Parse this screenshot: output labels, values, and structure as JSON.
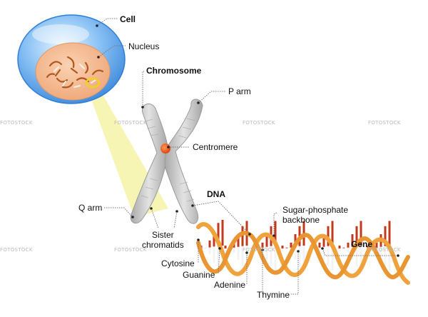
{
  "labels": {
    "cell": "Cell",
    "nucleus": "Nucleus",
    "chromosome": "Chromosome",
    "p_arm": "P arm",
    "centromere": "Centromere",
    "q_arm": "Q arm",
    "sister": "Sister",
    "chromatids": "chromatids",
    "dna": "DNA",
    "sugar_phosphate_1": "Sugar-phosphate",
    "sugar_phosphate_2": "backbone",
    "gene": "Gene",
    "cytosine": "Cytosine",
    "guanine": "Guanine",
    "adenine": "Adenine",
    "thymine": "Thymine"
  },
  "watermark": "FOTOSTOCK",
  "colors": {
    "cell_blue": "#3b8ee6",
    "nucleus_orange": "#f2b488",
    "chromosome_gray": "#c9c9c9",
    "centromere_orange": "#f05a1e",
    "dna_backbone": "#f0a23c",
    "base_red": "#c23a1e",
    "base_white": "#f3f3f3",
    "beam_yellow": "#f6f3a6"
  }
}
